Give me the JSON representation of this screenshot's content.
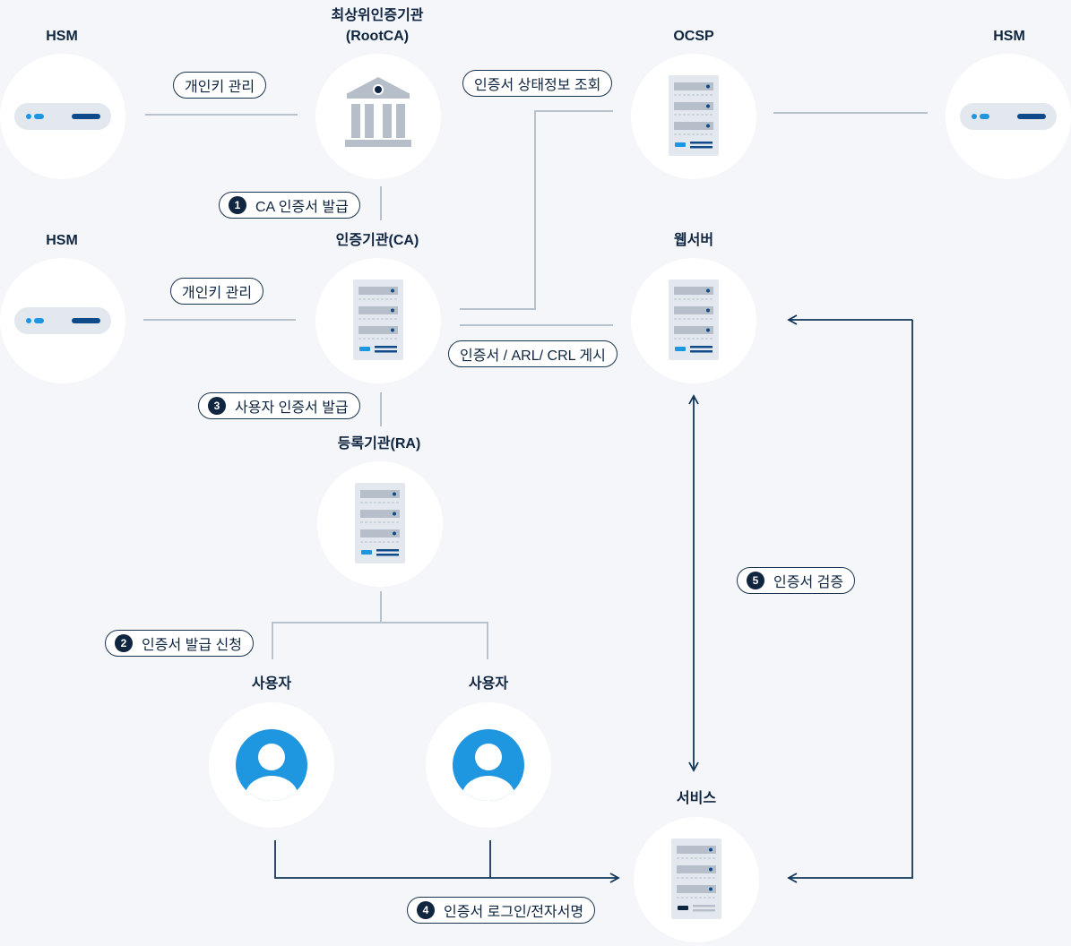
{
  "nodes": {
    "hsm_top_left": {
      "title": "HSM"
    },
    "root_ca": {
      "title_line1": "최상위인증기관",
      "title_line2": "(RootCA)"
    },
    "ocsp": {
      "title": "OCSP"
    },
    "hsm_top_right": {
      "title": "HSM"
    },
    "hsm_mid_left": {
      "title": "HSM"
    },
    "ca": {
      "title": "인증기관(CA)"
    },
    "web_server": {
      "title": "웹서버"
    },
    "ra": {
      "title": "등록기관(RA)"
    },
    "user_left": {
      "title": "사용자"
    },
    "user_right": {
      "title": "사용자"
    },
    "service": {
      "title": "서비스"
    }
  },
  "labels": {
    "key_mgmt_top": "개인키 관리",
    "key_mgmt_mid": "개인키 관리",
    "ocsp_query": "인증서 상태정보 조회",
    "publish": "인증서 / ARL/ CRL 게시",
    "step1": {
      "num": "1",
      "text": "CA 인증서 발급"
    },
    "step2": {
      "num": "2",
      "text": "인증서 발급 신청"
    },
    "step3": {
      "num": "3",
      "text": "사용자 인증서 발급"
    },
    "step4": {
      "num": "4",
      "text": "인증서 로그인/전자서명"
    },
    "step5": {
      "num": "5",
      "text": "인증서 검증"
    }
  },
  "colors": {
    "background": "#f4f6f9",
    "navy": "#0f2540",
    "accent_blue": "#1f96e0",
    "server_gray": "#b6bfc9",
    "line_gray": "#b7c2cc",
    "arrow_navy": "#12365a"
  }
}
